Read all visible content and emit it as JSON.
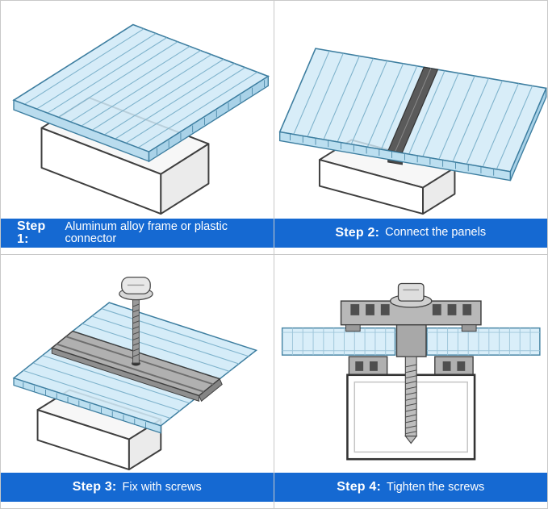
{
  "theme": {
    "accent": "#1569d2",
    "banner_text": "#ffffff",
    "panel_blue": "#cfe9f7",
    "panel_stroke": "#3d7ea0",
    "metal_gray": "#b5b5b5",
    "outline": "#3f3f3f"
  },
  "steps": [
    {
      "label": "Step 1:",
      "text": "Aluminum alloy frame or plastic connector",
      "illustration": "aluminum-frame-with-panel"
    },
    {
      "label": "Step 2:",
      "text": "Connect the panels",
      "illustration": "panels-joined-by-connector"
    },
    {
      "label": "Step 3:",
      "text": "Fix with screws",
      "illustration": "screw-fixed-into-connector"
    },
    {
      "label": "Step 4:",
      "text": "Tighten the screws",
      "illustration": "tightened-screw-cross-section"
    }
  ]
}
